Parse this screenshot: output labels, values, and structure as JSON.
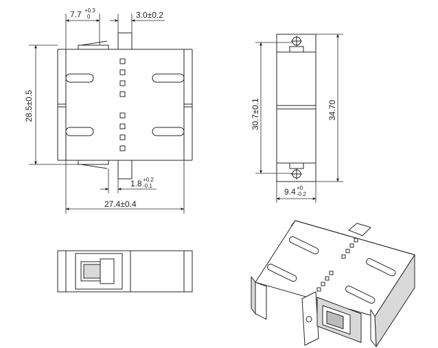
{
  "dimensions": {
    "width_top": {
      "main": "7.7",
      "tol_upper": "+0.3",
      "tol_lower": "0"
    },
    "flange": "3.0±0.2",
    "height_left": "28.5±0.5",
    "gap_bottom": {
      "main": "1.8",
      "tol_upper": "+0.2",
      "tol_lower": "-0.1"
    },
    "overall_width": "27.4±0.4",
    "side_inner": "30.7±0.1",
    "side_outer": "34.70",
    "side_width": {
      "main": "9.4",
      "tol_upper": "+0",
      "tol_lower": "-0.2"
    }
  },
  "colors": {
    "line": "#222222",
    "fill": "#ffffff",
    "shade": "#d9d9d9",
    "dark": "#555555"
  }
}
